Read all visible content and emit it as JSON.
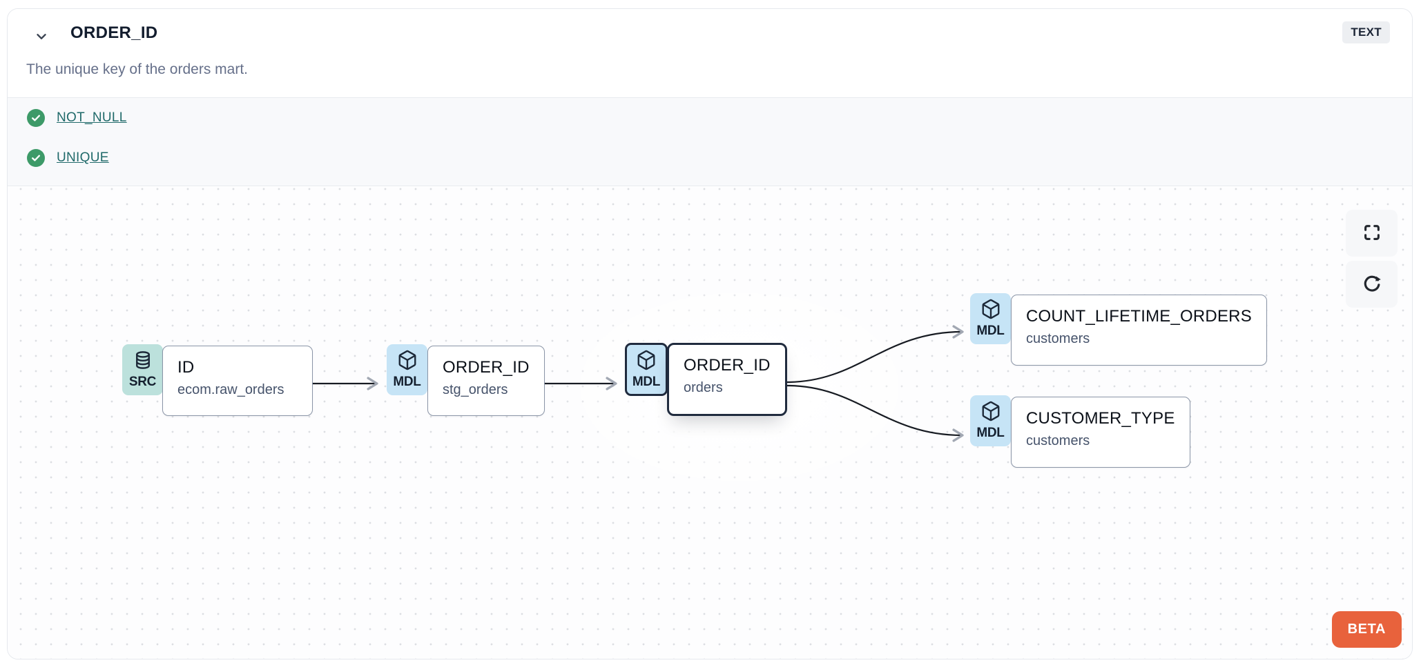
{
  "header": {
    "title": "ORDER_ID",
    "type_badge": "TEXT",
    "description": "The unique key of the orders mart."
  },
  "tests": {
    "items": [
      {
        "label": "NOT_NULL",
        "status": "pass"
      },
      {
        "label": "UNIQUE",
        "status": "pass"
      }
    ]
  },
  "lineage": {
    "nodes": [
      {
        "type": "SRC",
        "icon": "database-icon",
        "title": "ID",
        "subtitle": "ecom.raw_orders",
        "selected": false
      },
      {
        "type": "MDL",
        "icon": "cube-icon",
        "title": "ORDER_ID",
        "subtitle": "stg_orders",
        "selected": false
      },
      {
        "type": "MDL",
        "icon": "cube-icon",
        "title": "ORDER_ID",
        "subtitle": "orders",
        "selected": true
      },
      {
        "type": "MDL",
        "icon": "cube-icon",
        "title": "COUNT_LIFETIME_ORDERS",
        "subtitle": "customers",
        "selected": false
      },
      {
        "type": "MDL",
        "icon": "cube-icon",
        "title": "CUSTOMER_TYPE",
        "subtitle": "customers",
        "selected": false
      }
    ],
    "edges": [
      {
        "from": "ID (ecom.raw_orders)",
        "to": "ORDER_ID (stg_orders)"
      },
      {
        "from": "ORDER_ID (stg_orders)",
        "to": "ORDER_ID (orders)"
      },
      {
        "from": "ORDER_ID (orders)",
        "to": "COUNT_LIFETIME_ORDERS (customers)"
      },
      {
        "from": "ORDER_ID (orders)",
        "to": "CUSTOMER_TYPE (customers)"
      }
    ],
    "beta_label": "BETA"
  },
  "colors": {
    "accent_orange": "#e8623c",
    "badge_src_bg": "#bce1dc",
    "badge_mdl_bg": "#c6e4f6",
    "test_pass_green": "#3d9a68",
    "link_teal": "#206a6a",
    "selected_border": "#202b3e"
  }
}
